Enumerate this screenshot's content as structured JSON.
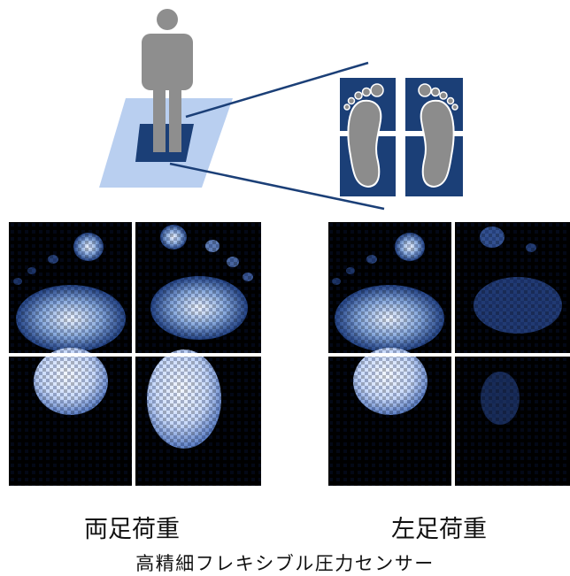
{
  "labels": {
    "both_feet": "両足荷重",
    "left_foot": "左足荷重",
    "sensor": "高精細フレキシブル圧力センサー"
  },
  "colors": {
    "person": "#8e8e8e",
    "floor_plate": "#b9cff0",
    "sensor_pad": "#1b3f77",
    "footprint_panel": "#1b3f77",
    "footprint_shape": "#8c8c8c",
    "leader_line": "#1b3f77",
    "heatmap_background": "#000000",
    "heatmap_divider": "#ffffff",
    "heatmap_low": "#1a3a8a",
    "heatmap_high": "#e9f1ff"
  },
  "icons": [
    "person-icon",
    "left-footprint-icon",
    "right-footprint-icon"
  ],
  "heatmaps": [
    {
      "name": "both-feet-pressure-map",
      "caption_ref": "labels.both_feet"
    },
    {
      "name": "left-foot-pressure-map",
      "caption_ref": "labels.left_foot"
    }
  ]
}
